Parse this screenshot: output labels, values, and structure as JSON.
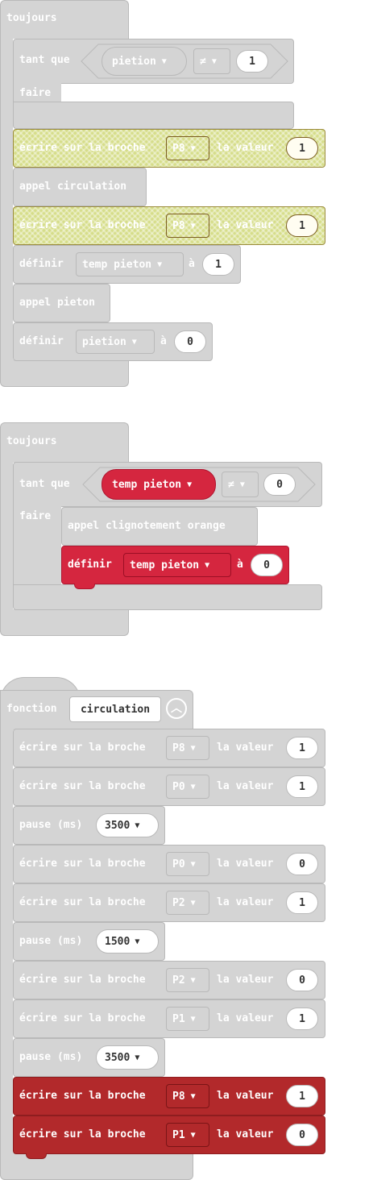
{
  "colors": {
    "block_grey": "#d4d4d4",
    "outline_grey": "#b9b9b9",
    "highlight_yellow": "#d6dd8a",
    "variable_red": "#d5263f",
    "pin_dark_red": "#b2292b"
  },
  "stack1": {
    "hat": "toujours",
    "while": {
      "label": "tant que",
      "var": "pietion",
      "op": "≠",
      "value": "1",
      "do_label": "faire"
    },
    "write1": {
      "label": "écrire sur la broche",
      "pin": "P8",
      "value_label": "la valeur",
      "value": "1"
    },
    "call1": "appel circulation",
    "write2": {
      "label": "écrire sur la broche",
      "pin": "P8",
      "value_label": "la valeur",
      "value": "1"
    },
    "set1": {
      "label": "définir",
      "var": "temp pieton",
      "to": "à",
      "value": "1"
    },
    "call2": "appel pieton",
    "set2": {
      "label": "définir",
      "var": "pietion",
      "to": "à",
      "value": "0"
    }
  },
  "stack2": {
    "hat": "toujours",
    "while": {
      "label": "tant que",
      "var": "temp pieton",
      "op": "≠",
      "value": "0",
      "do_label": "faire"
    },
    "call1": "appel clignotement orange",
    "set1": {
      "label": "définir",
      "var": "temp pieton",
      "to": "à",
      "value": "0"
    }
  },
  "stack3": {
    "hat_label": "fonction",
    "name": "circulation",
    "rows": [
      {
        "kind": "write",
        "label": "écrire sur la broche",
        "pin": "P8",
        "value_label": "la valeur",
        "value": "1"
      },
      {
        "kind": "write",
        "label": "écrire sur la broche",
        "pin": "P0",
        "value_label": "la valeur",
        "value": "1"
      },
      {
        "kind": "pause",
        "label": "pause (ms)",
        "value": "3500"
      },
      {
        "kind": "write",
        "label": "écrire sur la broche",
        "pin": "P0",
        "value_label": "la valeur",
        "value": "0"
      },
      {
        "kind": "write",
        "label": "écrire sur la broche",
        "pin": "P2",
        "value_label": "la valeur",
        "value": "1"
      },
      {
        "kind": "pause",
        "label": "pause (ms)",
        "value": "1500"
      },
      {
        "kind": "write",
        "label": "écrire sur la broche",
        "pin": "P2",
        "value_label": "la valeur",
        "value": "0"
      },
      {
        "kind": "write",
        "label": "écrire sur la broche",
        "pin": "P1",
        "value_label": "la valeur",
        "value": "1"
      },
      {
        "kind": "pause",
        "label": "pause (ms)",
        "value": "3500"
      },
      {
        "kind": "write",
        "label": "écrire sur la broche",
        "pin": "P8",
        "value_label": "la valeur",
        "value": "1"
      },
      {
        "kind": "write",
        "label": "écrire sur la broche",
        "pin": "P1",
        "value_label": "la valeur",
        "value": "0"
      }
    ]
  }
}
